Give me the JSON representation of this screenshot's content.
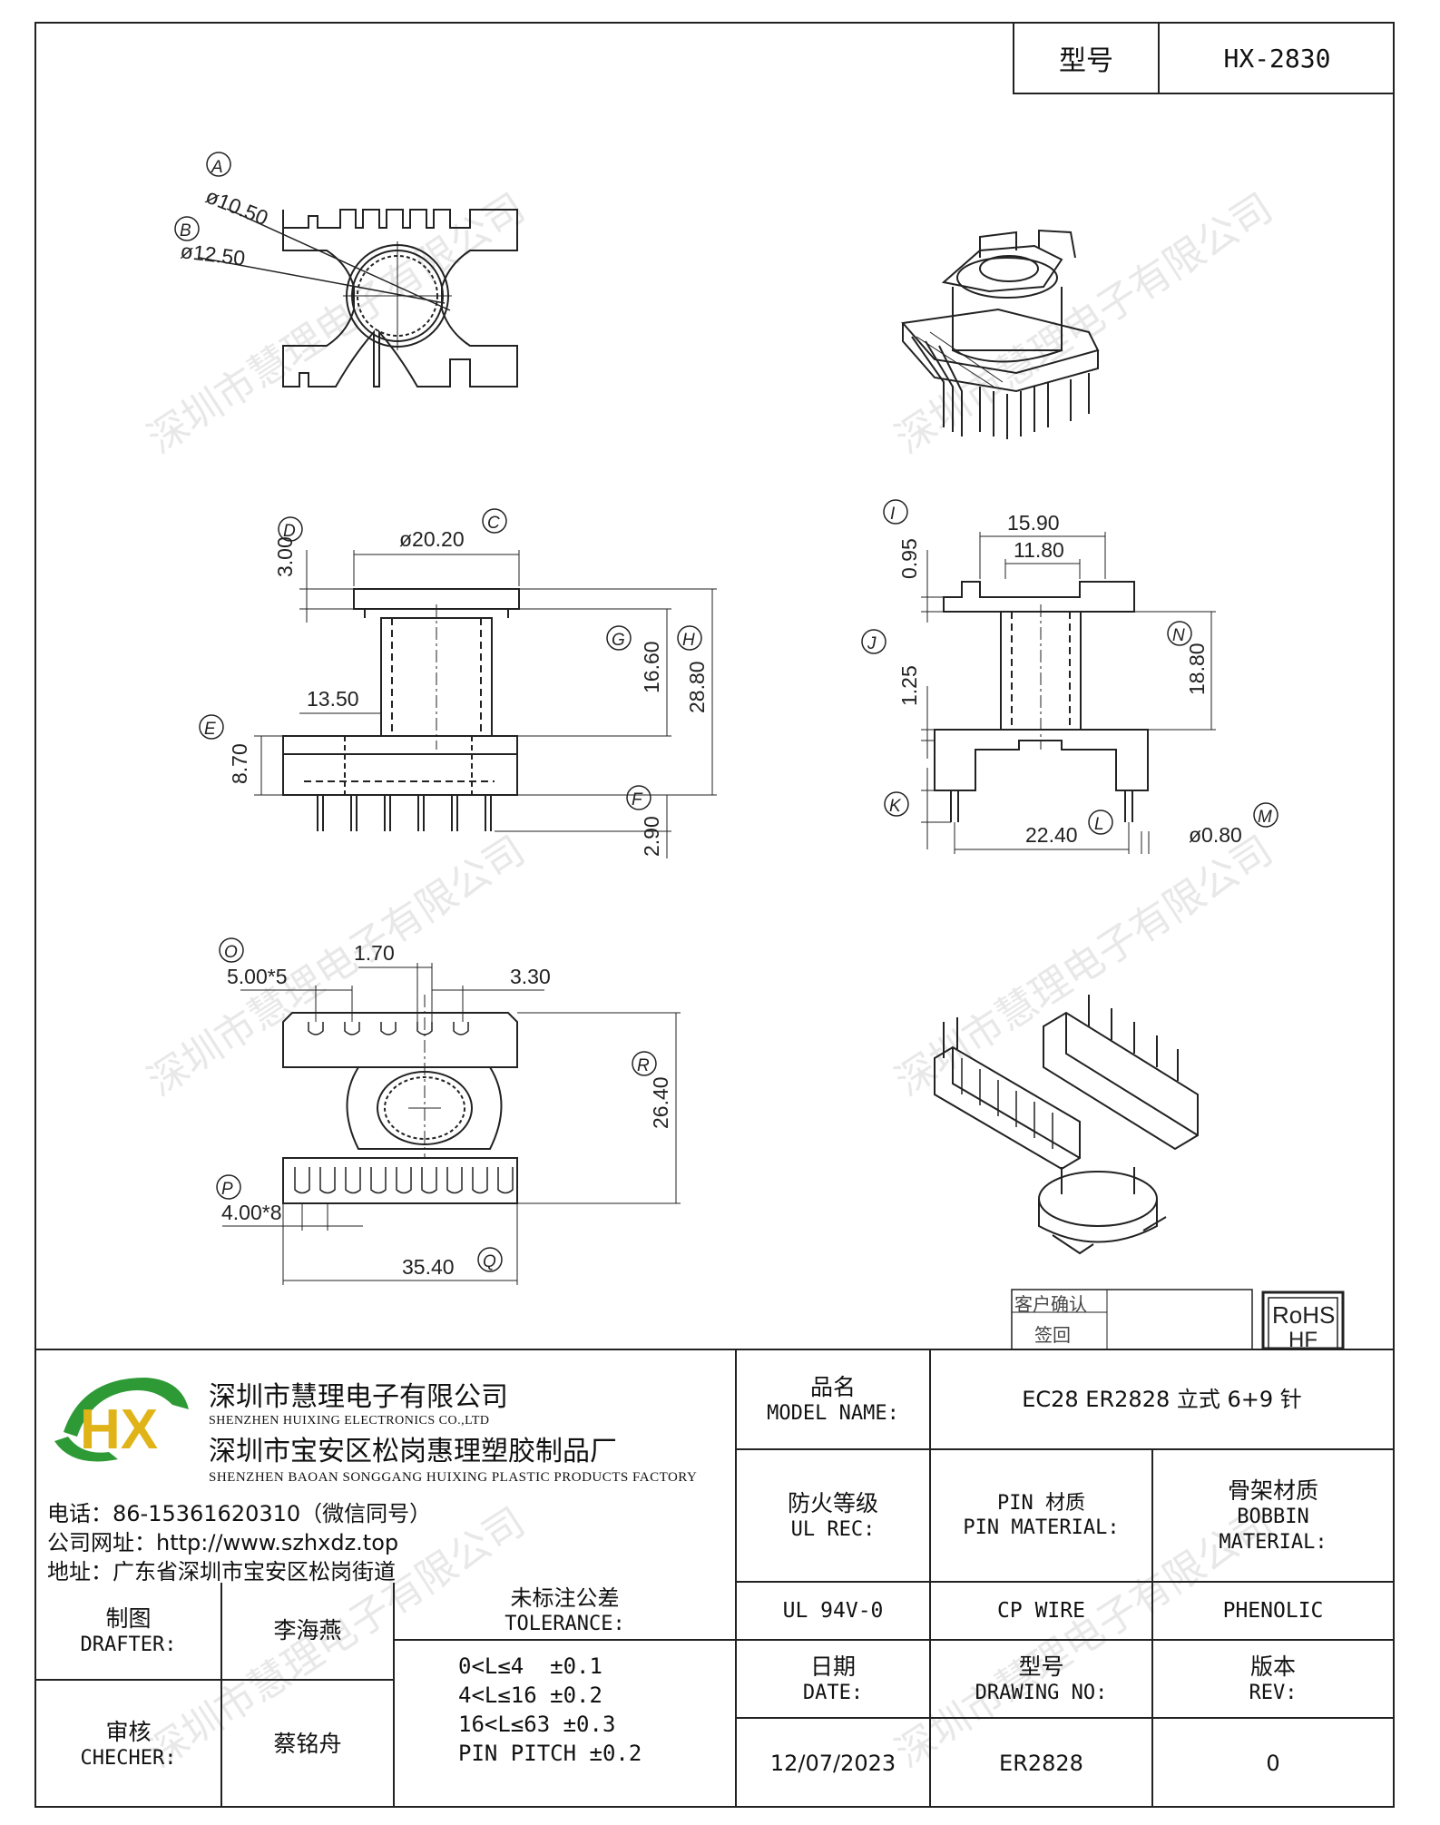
{
  "header": {
    "type_label": "型号",
    "type_value": "HX-2830"
  },
  "watermark": "深圳市慧理电子有限公司",
  "drawing": {
    "top_view": {
      "label_a": "A",
      "dim_a": "ø10.50",
      "label_b": "B",
      "dim_b": "ø12.50"
    },
    "front_view": {
      "label_c": "C",
      "dim_c": "ø20.20",
      "label_d": "D",
      "dim_d": "3.00",
      "dim_inner": "13.50",
      "label_e": "E",
      "dim_e": "8.70",
      "label_f": "F",
      "dim_f": "2.90",
      "label_g": "G",
      "dim_g": "16.60",
      "label_h": "H",
      "dim_h": "28.80"
    },
    "side_view": {
      "dim_top1": "15.90",
      "dim_top2": "11.80",
      "label_i": "I",
      "dim_i": "0.95",
      "label_j": "J",
      "dim_j": "1.25",
      "label_k": "K",
      "label_n": "N",
      "dim_n": "18.80",
      "label_l": "L",
      "dim_l": "22.40",
      "label_m": "M",
      "dim_m": "ø0.80"
    },
    "bottom_view": {
      "label_o": "O",
      "dim_o": "5.00*5",
      "dim_slot1": "1.70",
      "dim_slot2": "3.30",
      "label_r": "R",
      "dim_r": "26.40",
      "label_p": "P",
      "dim_p": "4.00*8",
      "label_q": "Q",
      "dim_q": "35.40"
    },
    "stamp": {
      "line1": "客户确认",
      "line2": "签回"
    },
    "rohs": {
      "line1": "RoHS",
      "line2": "HF"
    }
  },
  "company": {
    "logo_text": "HX",
    "name_cn": "深圳市慧理电子有限公司",
    "name_en": "SHENZHEN HUIXING ELECTRONICS CO.,LTD",
    "factory_cn": "深圳市宝安区松岗惠理塑胶制品厂",
    "factory_en": "SHENZHEN BAOAN SONGGANG HUIXING PLASTIC PRODUCTS FACTORY",
    "phone": "电话：86-15361620310（微信同号）",
    "website": "公司网址：http://www.szhxdz.top",
    "address": "地址：广东省深圳市宝安区松岗街道"
  },
  "title_block": {
    "model_label_cn": "品名",
    "model_label_en": "MODEL NAME:",
    "model_value": "EC28 ER2828 立式 6+9 针",
    "ul_label_cn": "防火等级",
    "ul_label_en": "UL REC:",
    "pin_label_cn": "PIN 材质",
    "pin_label_en": "PIN MATERIAL:",
    "bobbin_label_cn": "骨架材质",
    "bobbin_label_en1": "BOBBIN",
    "bobbin_label_en2": "MATERIAL:",
    "ul_value": "UL 94V-0",
    "pin_value": "CP WIRE",
    "bobbin_value": "PHENOLIC",
    "drafter_cn": "制图",
    "drafter_en": "DRAFTER:",
    "drafter_name": "李海燕",
    "checker_cn": "审核",
    "checker_en": "CHECHER:",
    "checker_name": "蔡铭舟",
    "tolerance_cn": "未标注公差",
    "tolerance_en": "TOLERANCE:",
    "tolerances": [
      "0<L≤4  ±0.1",
      "4<L≤16 ±0.2",
      "16<L≤63 ±0.3",
      "PIN PITCH ±0.2"
    ],
    "date_cn": "日期",
    "date_en": "DATE:",
    "drawing_cn": "型号",
    "drawing_en": "DRAWING NO:",
    "rev_cn": "版本",
    "rev_en": "REV:",
    "date_value": "12/07/2023",
    "drawing_value": "ER2828",
    "rev_value": "0"
  }
}
